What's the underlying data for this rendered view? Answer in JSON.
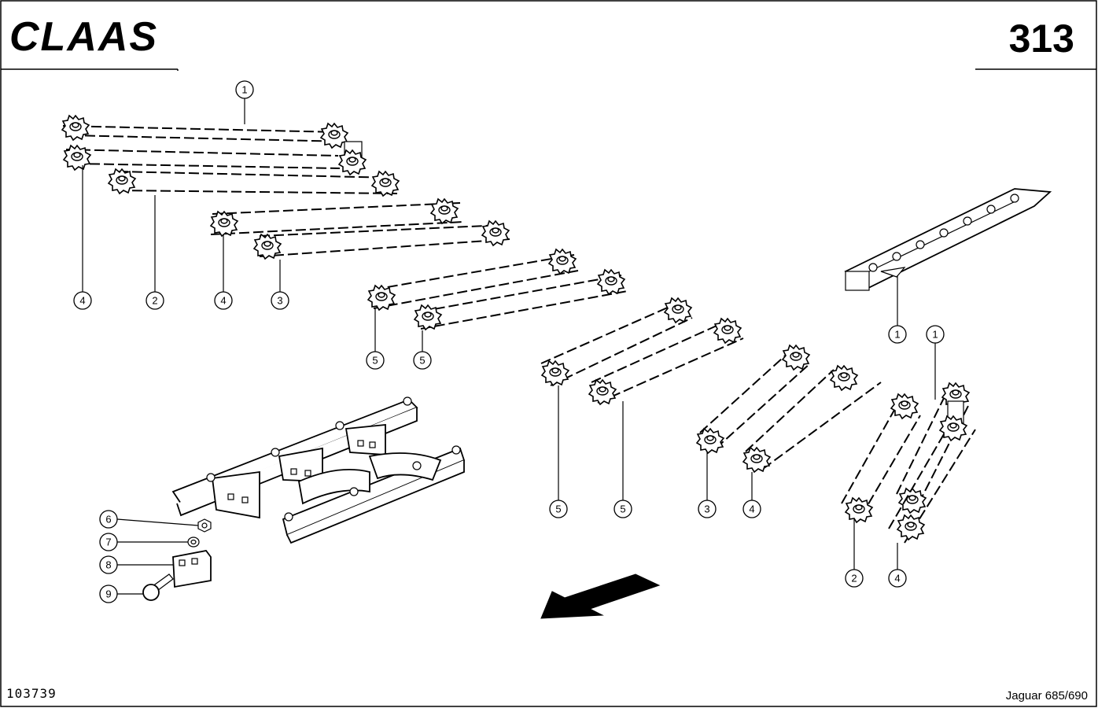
{
  "header": {
    "brand_logo": "CLAAS",
    "page_number": "313"
  },
  "footer": {
    "drawing_number": "103739",
    "model": "Jaguar 685/690"
  },
  "callouts": {
    "c1_top": "1",
    "c4_a": "4",
    "c2_a": "2",
    "c4_b": "4",
    "c3_a": "3",
    "c5_a": "5",
    "c5_b": "5",
    "c5_c": "5",
    "c5_d": "5",
    "c3_b": "3",
    "c4_c": "4",
    "c1_right_a": "1",
    "c1_right_b": "1",
    "c2_b": "2",
    "c4_d": "4",
    "c6": "6",
    "c7": "7",
    "c8": "8",
    "c9": "9"
  },
  "icons": {
    "direction": "direction-arrow-icon",
    "sprocket": "sprocket-icon"
  }
}
